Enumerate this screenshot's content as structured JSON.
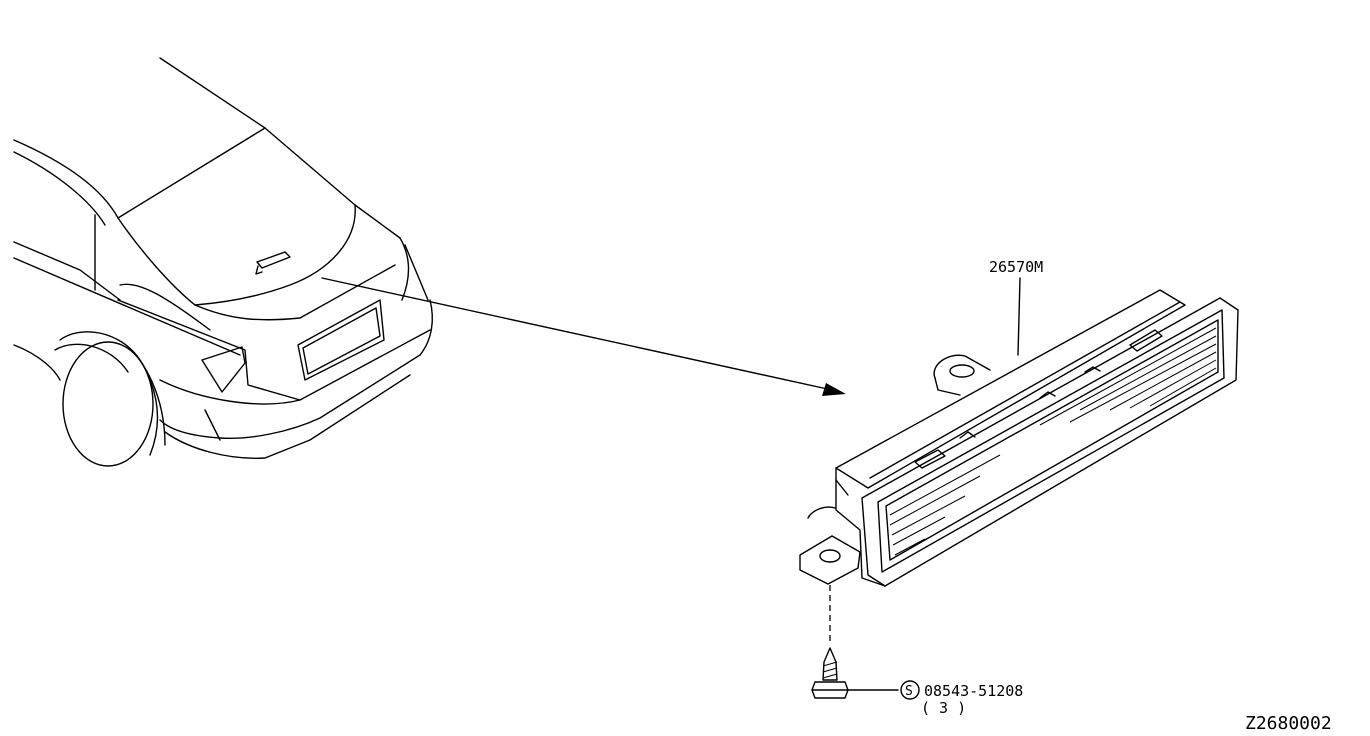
{
  "diagram": {
    "part_label": "26570M",
    "screw_part_number": "08543-51208",
    "screw_symbol": "S",
    "screw_quantity": "( 3 )",
    "drawing_code": "Z2680002"
  }
}
